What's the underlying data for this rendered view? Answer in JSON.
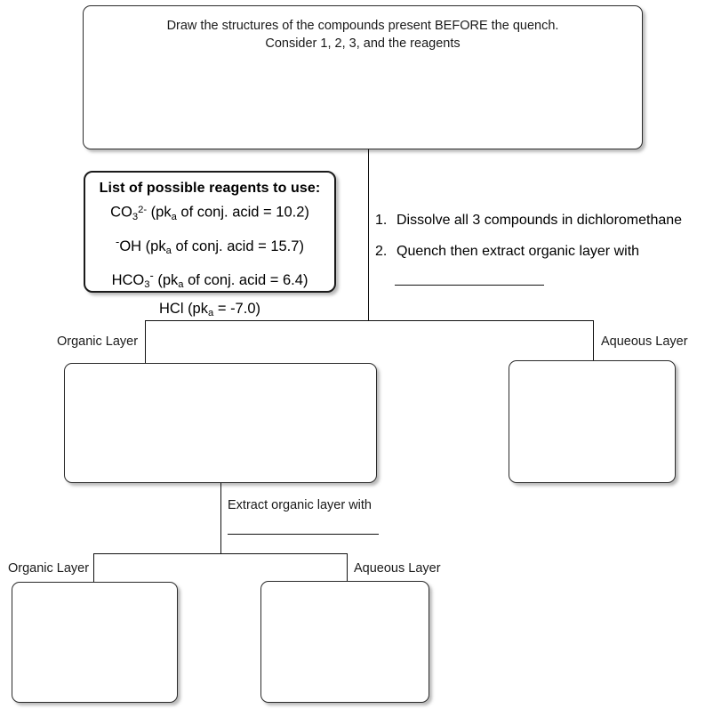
{
  "worksheet": {
    "prompt": {
      "line1": "Draw the structures of the compounds present BEFORE the quench.",
      "line2": "Consider 1, 2, 3, and the reagents"
    },
    "reagents_box": {
      "title": "List of possible reagents to use:",
      "items": [
        {
          "formula": "CO3 2-",
          "note": "(pka of conj. acid = 10.2)",
          "pka": "10.2"
        },
        {
          "formula": "-OH",
          "note": "(pka of conj. acid = 15.7)",
          "pka": "15.7"
        },
        {
          "formula": "HCO3 -",
          "note": "(pka of conj. acid = 6.4)",
          "pka": "6.4"
        },
        {
          "formula": "HCl",
          "note": "(pka = -7.0)",
          "pka": "-7.0"
        }
      ]
    },
    "procedure": {
      "steps": [
        {
          "number": "1.",
          "text": "Dissolve all 3 compounds in dichloromethane"
        },
        {
          "number": "2.",
          "text": "Quench then extract organic layer with"
        }
      ],
      "blank_answer_1": ""
    },
    "separation_1": {
      "organic_label": "Organic Layer",
      "aqueous_label": "Aqueous Layer",
      "organic_answer": "",
      "aqueous_answer": ""
    },
    "extract_step": {
      "label": "Extract organic layer with",
      "blank_answer_2": ""
    },
    "separation_2": {
      "organic_label": "Organic Layer",
      "aqueous_label": "Aqueous Layer",
      "organic_answer": "",
      "aqueous_answer": ""
    },
    "colors": {
      "line": "#111111",
      "box_border": "#2b2b2b",
      "text": "#1a1a1a",
      "background": "#ffffff"
    }
  }
}
